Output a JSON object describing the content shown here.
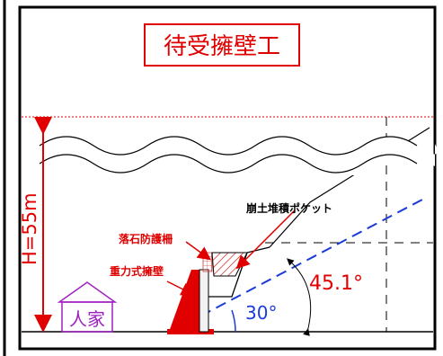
{
  "title": "待受擁壁工",
  "height_label": "H=55m",
  "labels": {
    "pocket": "崩土堆積ポケット",
    "fence": "落石防護柵",
    "wall": "重力式擁壁",
    "house": "人家"
  },
  "angles": {
    "slope": "45.1°",
    "line": "30°"
  },
  "colors": {
    "red": "#e00000",
    "blue": "#1a3cd8",
    "purple": "#a020c0",
    "black": "#000000"
  }
}
